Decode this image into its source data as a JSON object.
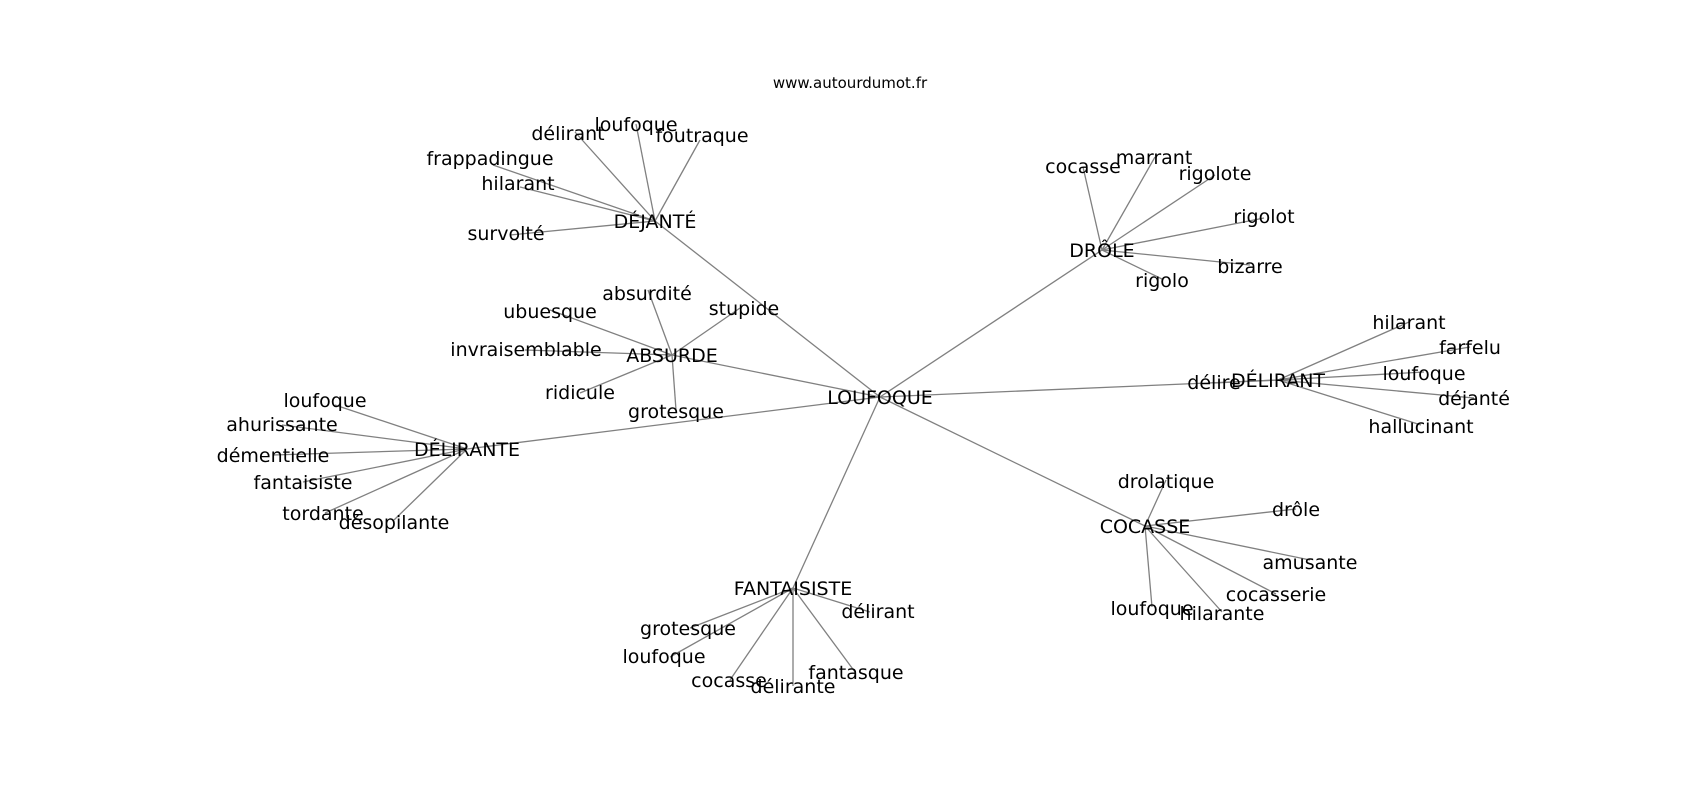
{
  "site": "www.autourdumot.fr",
  "colors": {
    "edge": "#808080",
    "text": "#000000",
    "background": "#ffffff"
  },
  "graph": {
    "root": "LOUFOQUE",
    "hubs": [
      "DÉJANTÉ",
      "ABSURDE",
      "DRÔLE",
      "DÉLIRANTE",
      "DÉLIRANT",
      "COCASSE",
      "FANTAISISTE"
    ],
    "relations": {
      "LOUFOQUE": [
        "DÉJANTÉ",
        "ABSURDE",
        "DRÔLE",
        "DÉLIRANTE",
        "DÉLIRANT",
        "COCASSE",
        "FANTAISISTE"
      ],
      "DÉJANTÉ": [
        "délirant",
        "loufoque",
        "foutraque",
        "frappadingue",
        "hilarant",
        "survolté"
      ],
      "ABSURDE": [
        "absurdité",
        "ubuesque",
        "stupide",
        "invraisemblable",
        "ridicule",
        "grotesque"
      ],
      "DRÔLE": [
        "cocasse",
        "marrant",
        "rigolote",
        "rigolot",
        "bizarre",
        "rigolo"
      ],
      "DÉLIRANTE": [
        "loufoque",
        "ahurissante",
        "démentielle",
        "fantaisiste",
        "tordante",
        "désopilante"
      ],
      "DÉLIRANT": [
        "hilarant",
        "farfelu",
        "loufoque",
        "déjanté",
        "hallucinant",
        "délire"
      ],
      "COCASSE": [
        "drolatique",
        "drôle",
        "amusante",
        "cocasserie",
        "loufoque",
        "hilarante"
      ],
      "FANTAISISTE": [
        "grotesque",
        "délirant",
        "loufoque",
        "cocasse",
        "délirante",
        "fantasque"
      ]
    }
  }
}
